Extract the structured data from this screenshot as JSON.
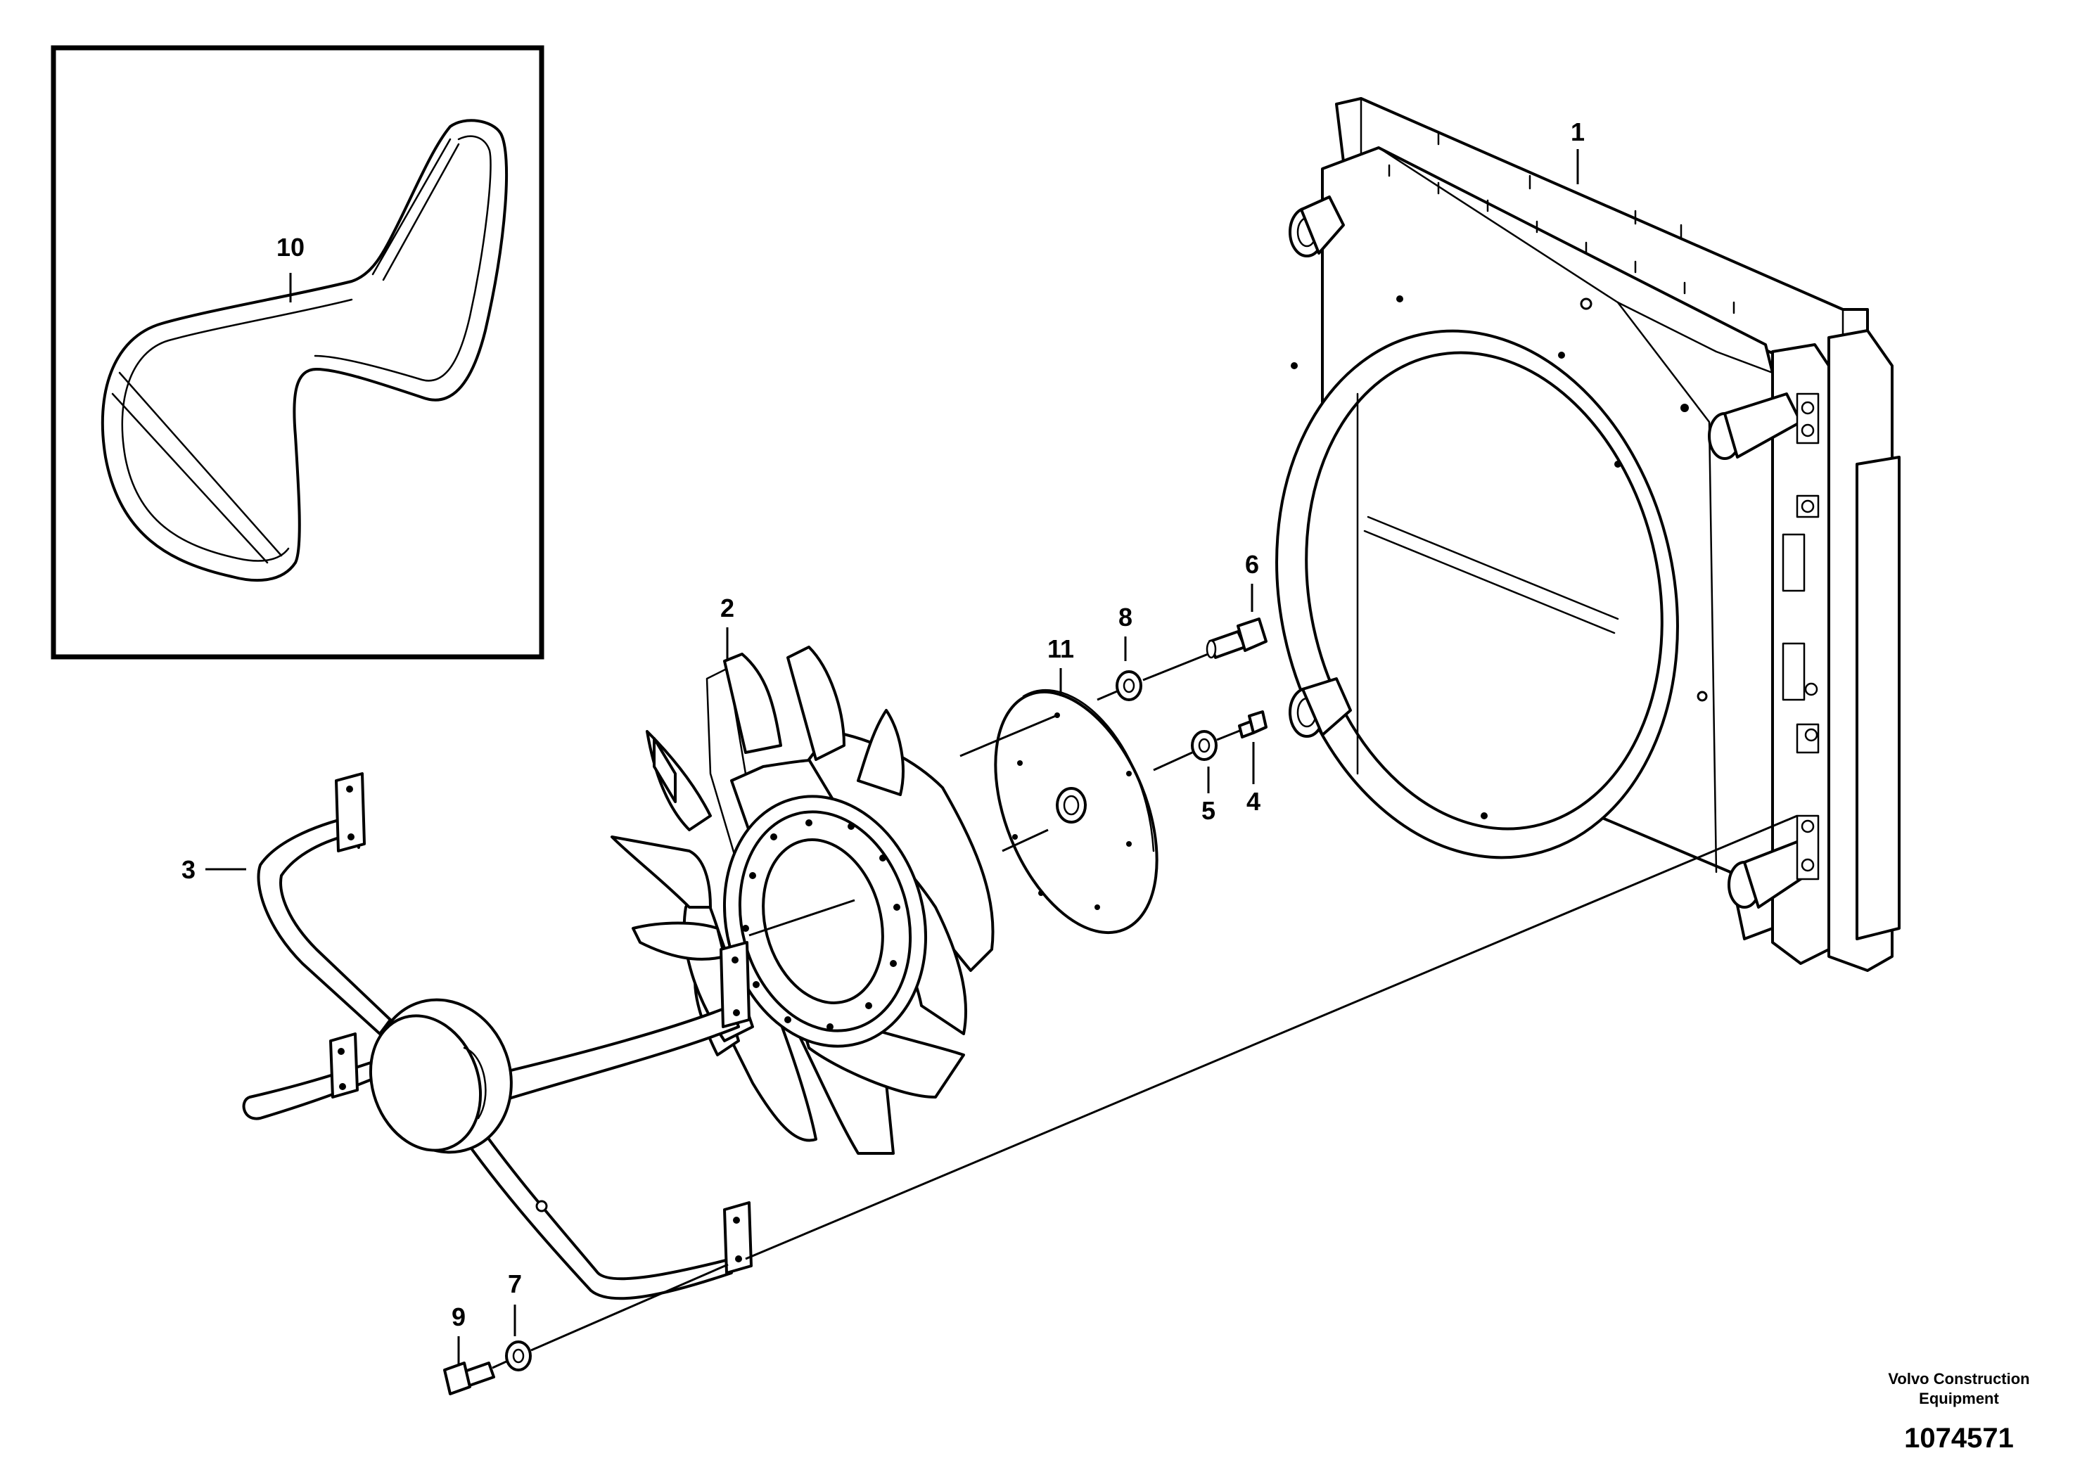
{
  "callouts": {
    "c1": "1",
    "c2": "2",
    "c3": "3",
    "c4": "4",
    "c5": "5",
    "c6": "6",
    "c7": "7",
    "c8": "8",
    "c9": "9",
    "c10": "10",
    "c11": "11"
  },
  "footer": {
    "company_line1": "Volvo Construction",
    "company_line2": "Equipment",
    "drawing_number": "1074571"
  }
}
